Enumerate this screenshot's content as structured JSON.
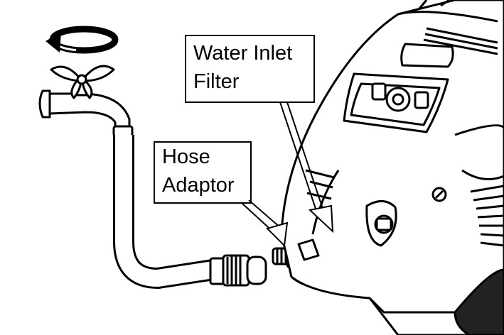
{
  "labels": {
    "water_inlet_filter": [
      "Water Inlet",
      "Filter"
    ],
    "hose_adaptor": [
      "Hose",
      "Adaptor"
    ]
  },
  "icons": [
    "tap-handle-icon",
    "rotation-arrow-icon"
  ],
  "colors": {
    "ink": "#000000",
    "paper": "#ffffff",
    "shade": "#222222"
  }
}
